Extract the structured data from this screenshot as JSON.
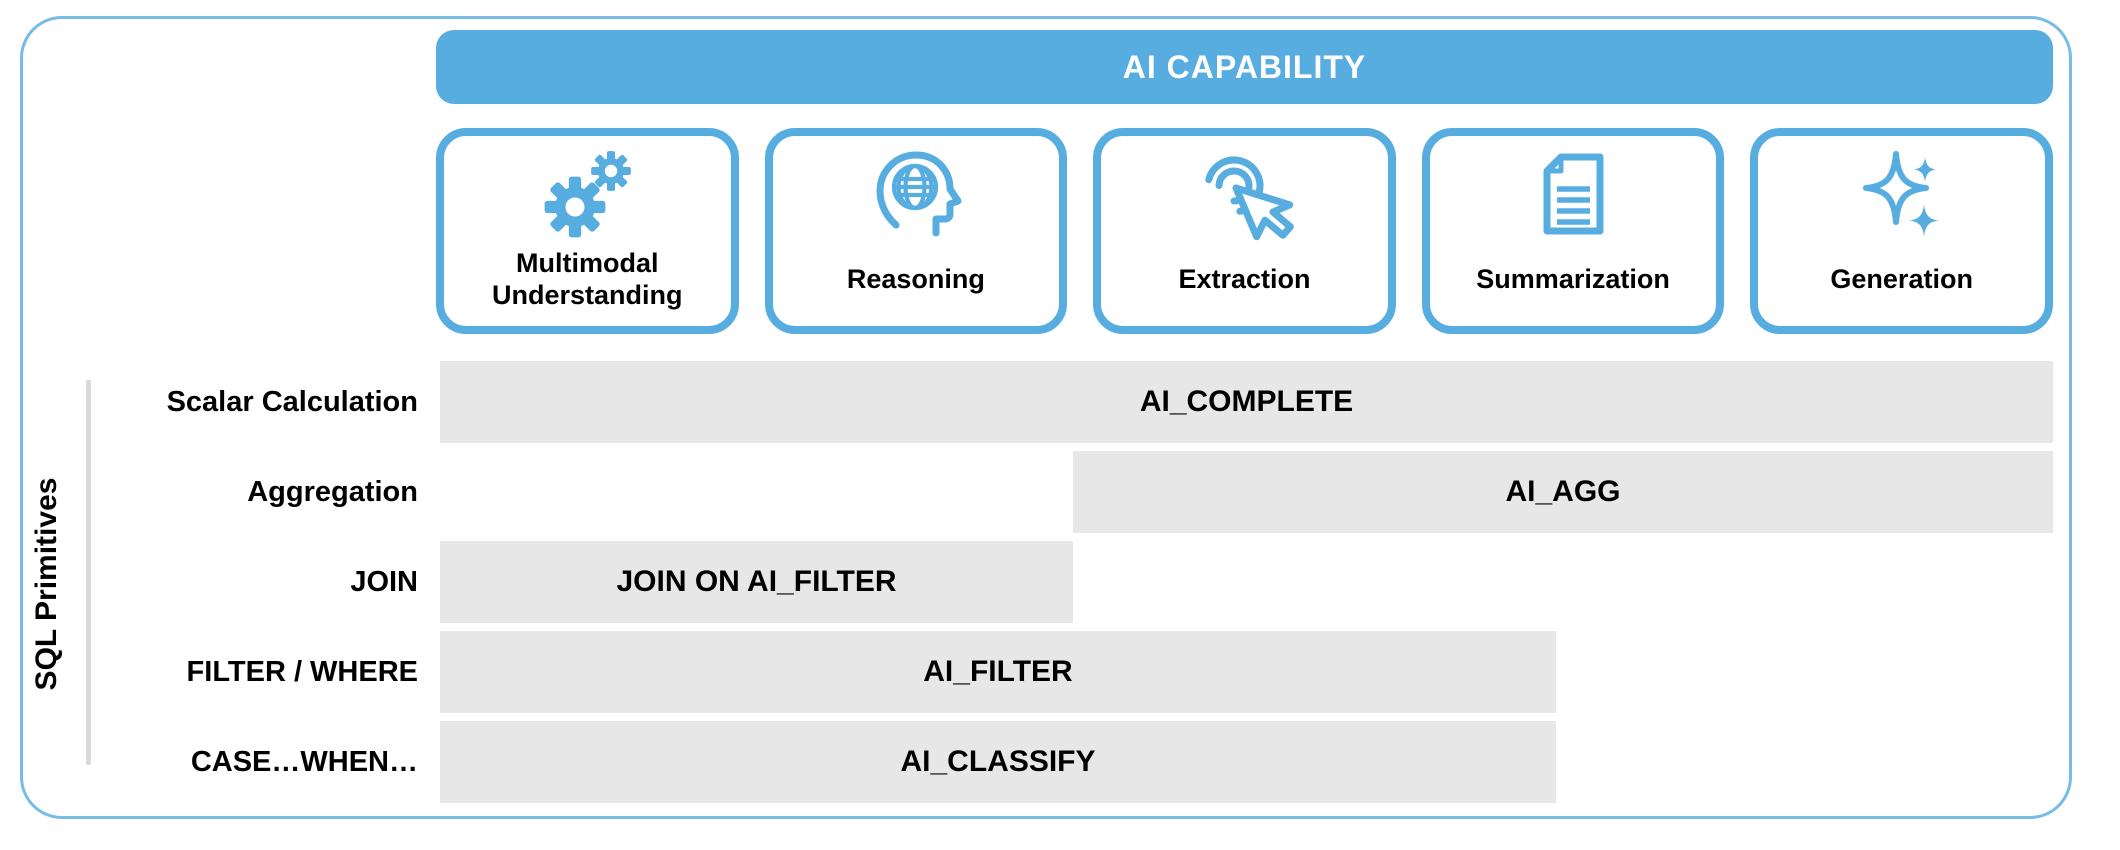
{
  "header": {
    "title": "AI CAPABILITY"
  },
  "capabilities": [
    {
      "label": "Multimodal Understanding",
      "icon": "gears-icon"
    },
    {
      "label": "Reasoning",
      "icon": "head-globe-icon"
    },
    {
      "label": "Extraction",
      "icon": "cursor-click-icon"
    },
    {
      "label": "Summarization",
      "icon": "document-icon"
    },
    {
      "label": "Generation",
      "icon": "sparkles-icon"
    }
  ],
  "sql_axis": {
    "label": "SQL Primitives"
  },
  "rows": [
    {
      "label": "Scalar Calculation",
      "function": "AI_COMPLETE",
      "covers": [
        "Multimodal Understanding",
        "Reasoning",
        "Extraction",
        "Summarization",
        "Generation"
      ]
    },
    {
      "label": "Aggregation",
      "function": "AI_AGG",
      "covers": [
        "Extraction",
        "Summarization",
        "Generation"
      ]
    },
    {
      "label": "JOIN",
      "function": "JOIN ON AI_FILTER",
      "covers": [
        "Multimodal Understanding",
        "Reasoning"
      ]
    },
    {
      "label": "FILTER / WHERE",
      "function": "AI_FILTER",
      "covers": [
        "Multimodal Understanding",
        "Reasoning",
        "Extraction",
        "Summarization (partial)"
      ]
    },
    {
      "label": "CASE…WHEN…",
      "function": "AI_CLASSIFY",
      "covers": [
        "Multimodal Understanding",
        "Reasoning",
        "Extraction",
        "Summarization (partial)"
      ]
    }
  ],
  "colors": {
    "accent_blue": "#57ADE0",
    "frame_border": "#76BCE7",
    "bar_gray": "#E7E7E7",
    "header_text": "#FFFFFF",
    "text": "#000000",
    "axis_line": "#D9D9D9"
  }
}
